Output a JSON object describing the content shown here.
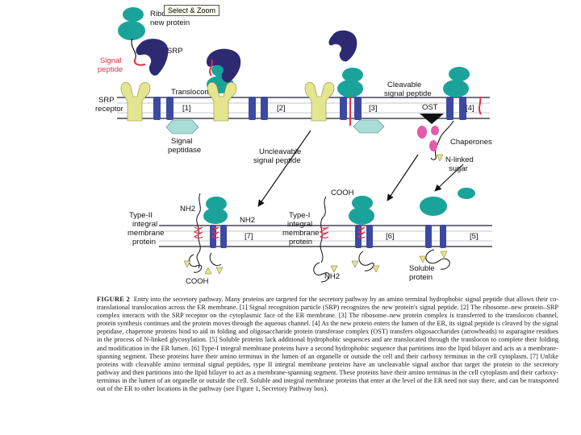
{
  "tooltip": "Select & Zoom",
  "labels": {
    "ribosome": "Ribosome",
    "new_protein": "new protein",
    "srp": "SRP",
    "signal": "Signal",
    "peptide": "peptide",
    "srp_receptor_1": "SRP",
    "srp_receptor_2": "receptor",
    "translocon": "Translocon",
    "step1": "[1]",
    "step2": "[2]",
    "step3": "[3]",
    "step4": "[4]",
    "step5": "[5]",
    "step6": "[6]",
    "step7": "[7]",
    "signal_peptidase_1": "Signal",
    "signal_peptidase_2": "peptidase",
    "cleavable_1": "Cleavable",
    "cleavable_2": "signal peptide",
    "ost": "OST",
    "chaperones": "Chaperones",
    "nlinked_1": "N-linked",
    "nlinked_2": "sugar",
    "uncleavable_1": "Uncleavable",
    "uncleavable_2": "signal peptide",
    "type2_1": "Type-II",
    "type2_2": "integral",
    "type2_3": "membrane",
    "type2_4": "protein",
    "type1_1": "Type-I",
    "type1_2": "integral",
    "type1_3": "membrane",
    "type1_4": "protein",
    "nh2_a": "NH2",
    "nh2_b": "NH2",
    "nh2_c": "NH2",
    "cooh_a": "COOH",
    "cooh_b": "COOH",
    "soluble_1": "Soluble",
    "soluble_2": "protein"
  },
  "caption": {
    "label": "FIGURE 2",
    "text": "Entry into the secretory pathway. Many proteins are targeted for the secretory pathway by an amino terminal hydrophobic signal peptide that allows their co-translational translocation across the ER membrane. [1] Signal recognition particle (SRP) recognizes the new protein's signal peptide. [2] The ribosome–new protein–SRP complex interacts with the SRP receptor on the cytoplasmic face of the ER membrane. [3] The ribosome–new protein complex is transferred to the translocon channel, protein synthesis continues and the protein moves through the aqueous channel. [4] As the new protein enters the lumen of the ER, its signal peptide is cleaved by the signal peptidase, chaperone proteins bind to aid in folding and oligosaccharide protein transferase complex (OST) transfers oligosaccharides (arrowheads) to asparagine residues in the process of N-linked glycosylation. [5] Soluble proteins lack additional hydrophobic sequences and are translocated through the translocon to complete their folding and modification in the ER lumen. [6] Type-I integral membrane proteins have a second hydrophobic sequence that partitions into the lipid bilayer and acts as a membrane-spanning segment. These proteins have their amino terminus in the lumen of an organelle or outside the cell and their carboxy terminus in the cell cytoplasm. [7] Unlike proteins with cleavable amino terminal signal peptides, type II integral membrane proteins have an uncleavable signal anchor that target the protein to the secretory pathway and then partitions into the lipid bilayer to act as a membrane-spanning segment. These proteins have their amino terminus in the cell cytoplasm and their carboxy-terminus in the lumen of an organelle or outside the cell. Soluble and integral membrane proteins that enter at the level of the ER need not stay there, and can be transported out of the ER to other locations in the pathway (see Figure 1, Secretory Pathway box)."
  },
  "colors": {
    "ribosome": "#1aa39a",
    "srp": "#2e2a72",
    "receptor": "#e4e58f",
    "translocon": "#3b4aa0",
    "membrane": "#d7dce2",
    "signal_peptide": "#e0304a",
    "peptidase": "#a9ddd6",
    "chaperone": "#e25cab",
    "ost": "#111111"
  }
}
